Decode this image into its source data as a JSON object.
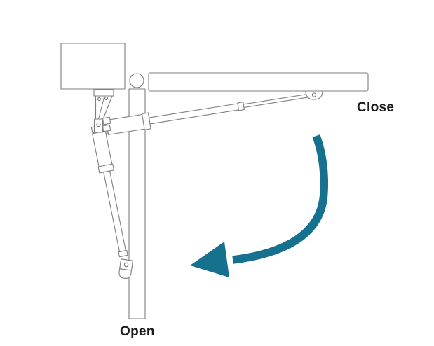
{
  "labels": {
    "close": "Close",
    "open": "Open"
  },
  "colors": {
    "arrow": "#16718f",
    "line": "#7f7f7f",
    "text": "#1a1a1a",
    "background": "#ffffff"
  },
  "components": [
    "operator-motor-box",
    "motor-mount-plate",
    "mount-bracket-triangle",
    "pivot-joint",
    "actuator-arm-closed-position",
    "actuator-arm-open-position",
    "hinge-post-cap",
    "gate-leaf-closed",
    "gate-leaf-open",
    "gate-bracket-close",
    "gate-bracket-open",
    "swing-direction-arrow"
  ]
}
